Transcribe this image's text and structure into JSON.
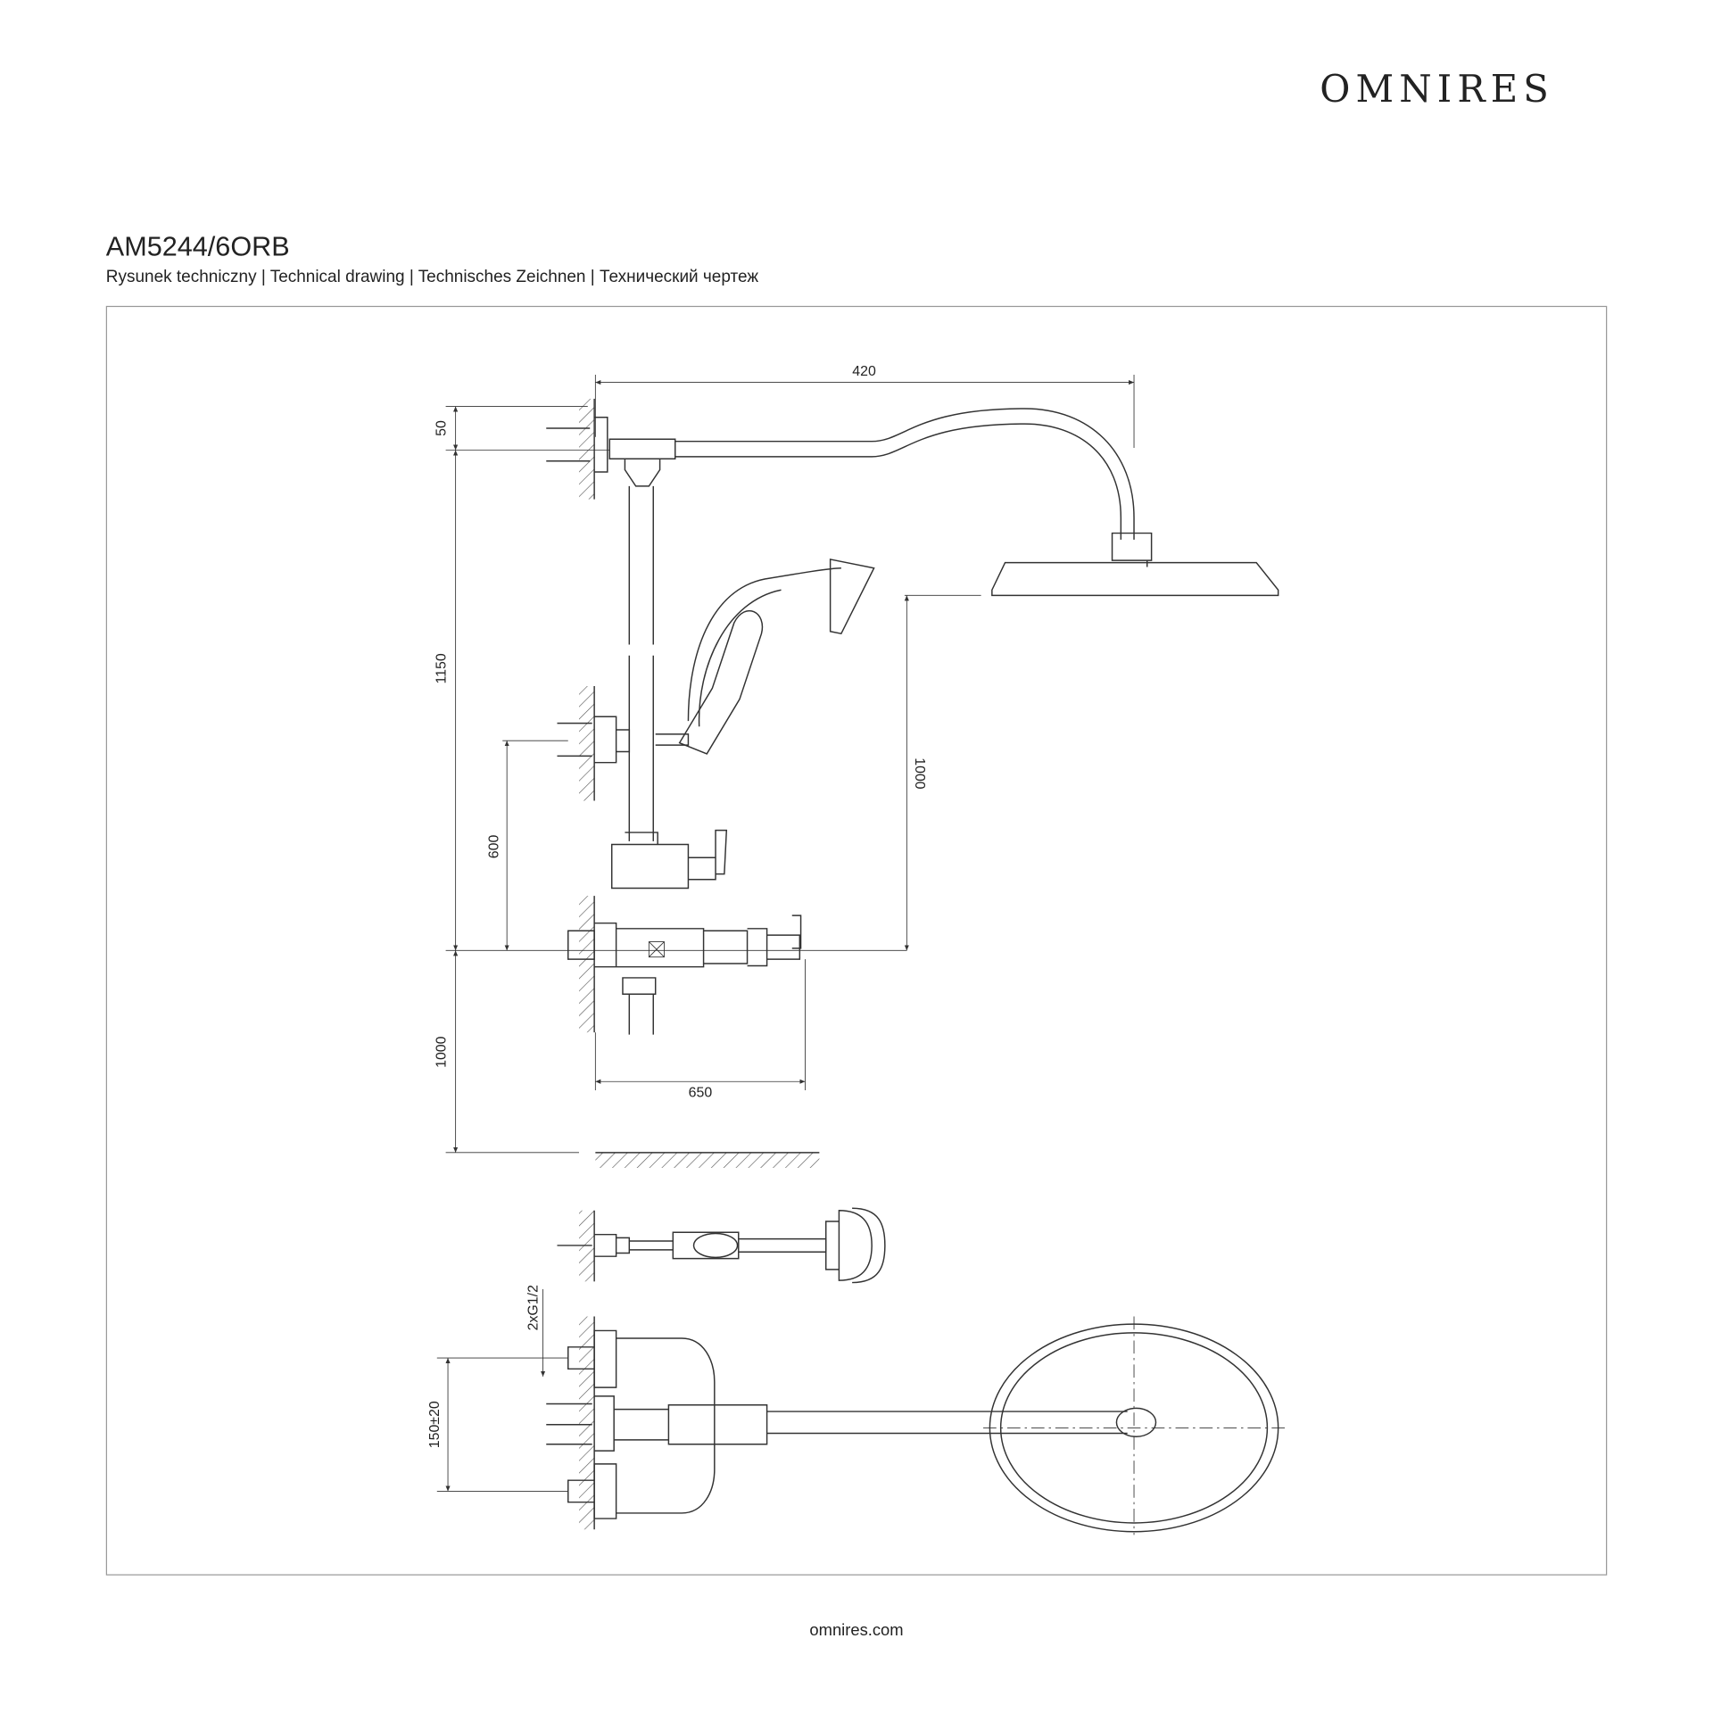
{
  "brand": "OMNIRES",
  "product_code": "AM5244/6ORB",
  "subtitle": "Rysunek techniczny | Technical drawing | Technisches Zeichnen | Технический чертеж",
  "footer": "omnires.com",
  "dimensions": {
    "arm_length": "420",
    "top_offset": "50",
    "column_height": "1150",
    "bracket_height": "600",
    "head_height": "1000",
    "floor_height": "1000",
    "depth": "650",
    "thread": "2xG1/2",
    "spacing": "150±20"
  }
}
